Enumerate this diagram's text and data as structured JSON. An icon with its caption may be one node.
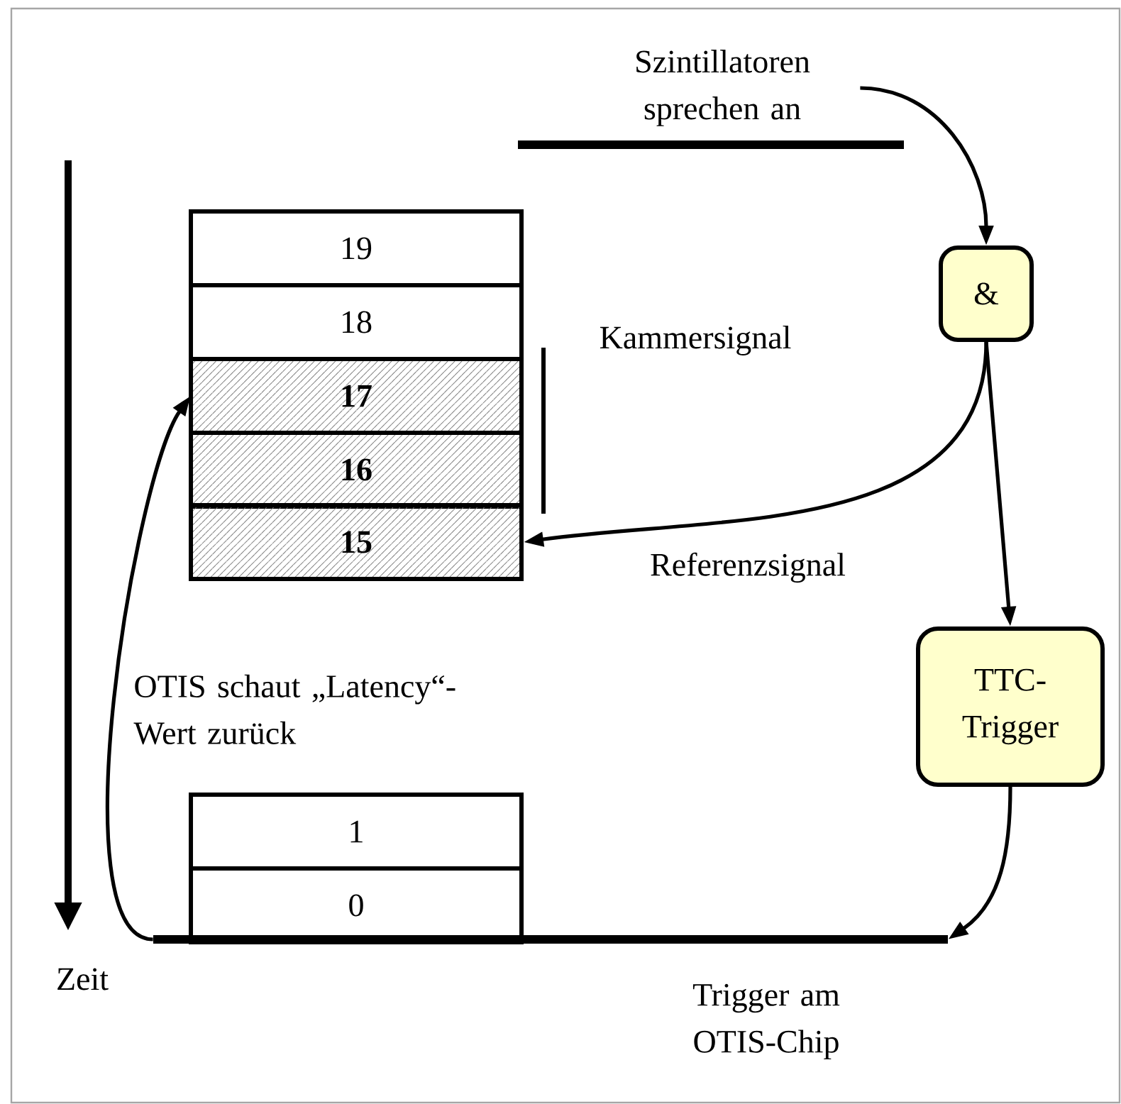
{
  "diagram": {
    "nodes": [
      {
        "text": [
          "Szintillatoren sprechen an"
        ]
      },
      {
        "text": [
          "&"
        ]
      },
      {
        "text": [
          "19"
        ]
      },
      {
        "text": [
          "18"
        ]
      },
      {
        "text": [
          "17"
        ]
      },
      {
        "text": [
          "16"
        ]
      },
      {
        "text": [
          "15"
        ]
      },
      {
        "text": [
          "TTC-Trigger"
        ]
      },
      {
        "text": [
          "1"
        ]
      },
      {
        "text": [
          "0"
        ]
      },
      {
        "text": [
          "Trigger am OTIS-Chip"
        ]
      }
    ],
    "edges": [
      {
        "from": 0,
        "to": 1,
        "arrow": "to"
      },
      {
        "from": 1,
        "to": 6,
        "arrow": "to",
        "label": "Referenzsignal"
      },
      {
        "from": 1,
        "to": 7,
        "arrow": "to"
      },
      {
        "from": 7,
        "to": 10,
        "arrow": "to"
      },
      {
        "from": 10,
        "to": 4,
        "arrow": "to"
      }
    ],
    "labels": [
      "Kammersignal",
      "OTIS schaut „Latency“-Wert zurück",
      "Zeit"
    ]
  }
}
